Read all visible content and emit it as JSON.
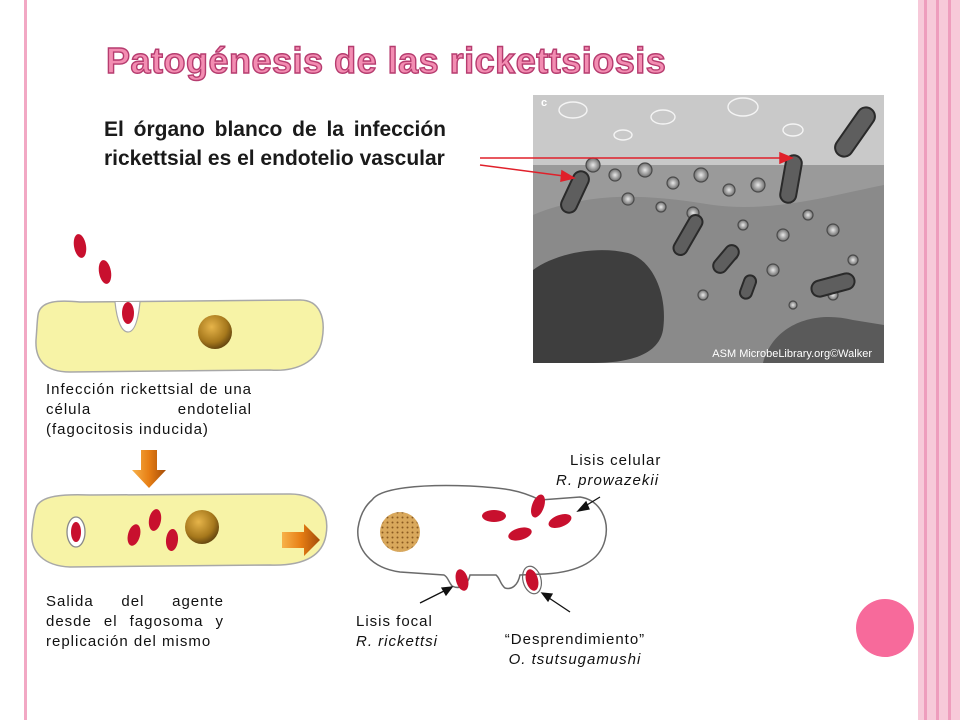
{
  "title": "Patogénesis de las rickettsiosis",
  "intro_text": "El órgano blanco de la infección rickettsial es el endotelio vascular",
  "micrograph": {
    "panel_letter": "c",
    "credit": "ASM MicrobeLibrary.org©Walker"
  },
  "steps": {
    "infection": "Infección rickettsial de una célula endotelial (fagocitosis inducida)",
    "exit": "Salida del agente desde el fagosoma y replicación del mismo"
  },
  "outcomes": {
    "cell_lysis": {
      "label": "Lisis celular",
      "species": "R. prowazekii"
    },
    "focal_lysis": {
      "label": "Lisis focal",
      "species": "R. rickettsi"
    },
    "budding": {
      "label": "“Desprendimiento”",
      "species": "O. tsutsugamushi"
    }
  },
  "colors": {
    "title_fill": "#f38db2",
    "title_outline": "#b63c6f",
    "cell_fill": "#f7f3a6",
    "bacteria": "#c8102e",
    "arrow_orange": "#e77e14",
    "pointer_red": "#e0202a"
  }
}
